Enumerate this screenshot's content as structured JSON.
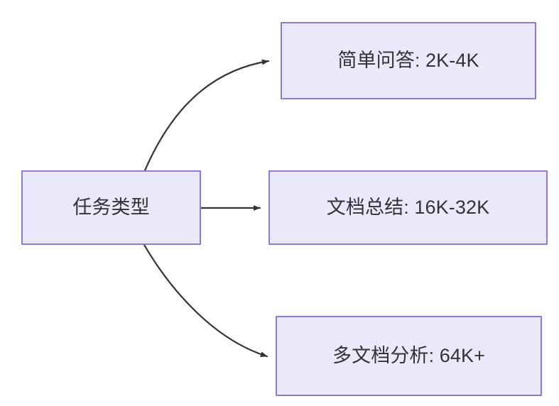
{
  "diagram": {
    "type": "flowchart",
    "direction": "left-to-right",
    "background_color": "#ffffff",
    "node_fill_color": "#eae8fb",
    "node_border_color": "#9277d4",
    "node_text_color": "#333333",
    "edge_color": "#333333",
    "nodes": [
      {
        "id": "root",
        "label": "任务类型",
        "role": "source"
      },
      {
        "id": "simple_qa",
        "label": "简单问答: 2K-4K",
        "role": "target"
      },
      {
        "id": "doc_summary",
        "label": "文档总结: 16K-32K",
        "role": "target"
      },
      {
        "id": "multi_doc",
        "label": "多文档分析: 64K+",
        "role": "target"
      }
    ],
    "edges": [
      {
        "id": "edge-root-simple-qa",
        "from": "root",
        "to": "simple_qa",
        "style": "curved",
        "arrowhead": "filled-triangle"
      },
      {
        "id": "edge-root-doc-summary",
        "from": "root",
        "to": "doc_summary",
        "style": "straight",
        "arrowhead": "filled-triangle"
      },
      {
        "id": "edge-root-multi-doc",
        "from": "root",
        "to": "multi_doc",
        "style": "curved",
        "arrowhead": "filled-triangle"
      }
    ]
  }
}
